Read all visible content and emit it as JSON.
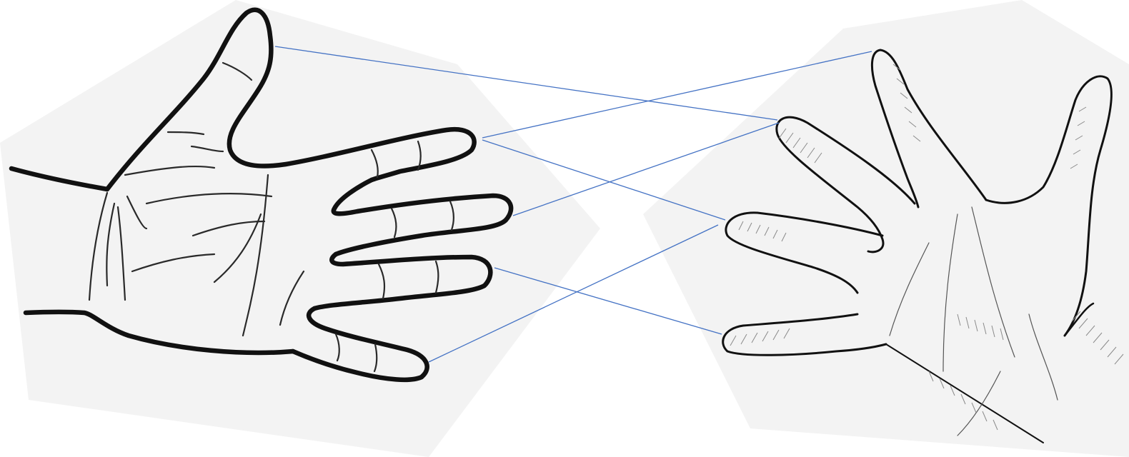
{
  "colors": {
    "background": "#ffffff",
    "paper_shade": "#f3f3f3",
    "ink": "#111111",
    "connector": "#4472c4"
  },
  "figure": {
    "left_hand": {
      "kind": "line-drawing",
      "digits": [
        "thumb",
        "index",
        "middle",
        "ring",
        "little"
      ]
    },
    "right_hand": {
      "kind": "hatched-sketch",
      "digits": [
        "little",
        "ring",
        "middle",
        "index",
        "thumb"
      ]
    },
    "correspondences": [
      {
        "from": "left-thumb",
        "to": "right-ring"
      },
      {
        "from": "left-index",
        "to": "right-thumb"
      },
      {
        "from": "left-index",
        "to": "right-middle"
      },
      {
        "from": "left-middle",
        "to": "right-ring"
      },
      {
        "from": "left-ring",
        "to": "right-little"
      },
      {
        "from": "left-little",
        "to": "right-middle"
      }
    ]
  }
}
